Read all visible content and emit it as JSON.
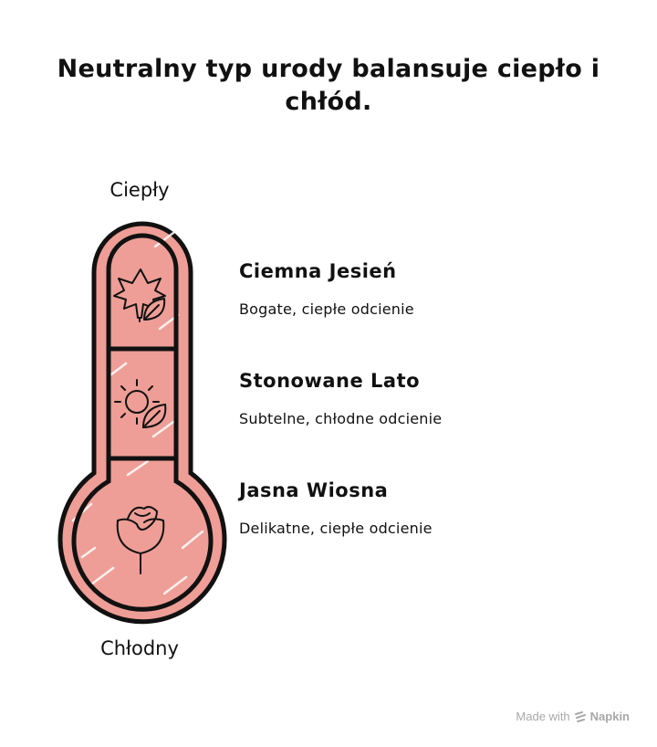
{
  "title": "Neutralny typ urody balansuje ciepło i chłód.",
  "scale": {
    "top": "Ciepły",
    "bottom": "Chłodny"
  },
  "colors": {
    "fill": "#ee9e96",
    "outline": "#111111",
    "background": "#ffffff"
  },
  "entries": [
    {
      "title": "Ciemna Jesień",
      "desc": "Bogate, ciepłe odcienie",
      "icon": "maple-leaf-icon"
    },
    {
      "title": "Stonowane Lato",
      "desc": "Subtelne, chłodne odcienie",
      "icon": "sun-leaf-icon"
    },
    {
      "title": "Jasna Wiosna",
      "desc": "Delikatne, ciepłe odcienie",
      "icon": "rose-icon"
    }
  ],
  "credit": {
    "prefix": "Made with",
    "brand": "Napkin"
  }
}
